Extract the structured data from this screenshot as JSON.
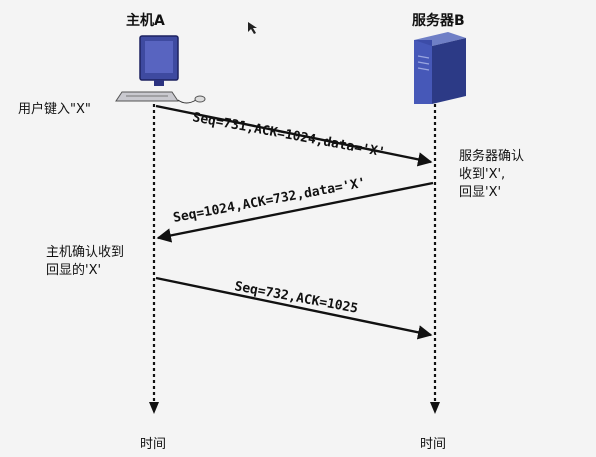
{
  "host_a": {
    "name": "主机A",
    "time_label": "时间"
  },
  "server_b": {
    "name": "服务器B",
    "time_label": "时间"
  },
  "user_input_note": "用户键入\"X\"",
  "messages": [
    {
      "text": "Seq=731,ACK=1024,data='X'"
    },
    {
      "text": "Seq=1024,ACK=732,data='X'"
    },
    {
      "text": "Seq=732,ACK=1025"
    }
  ],
  "server_note": [
    "服务器确认",
    "收到'X',",
    "回显'X'"
  ],
  "host_note": [
    "主机确认收到",
    "回显的'X'"
  ]
}
